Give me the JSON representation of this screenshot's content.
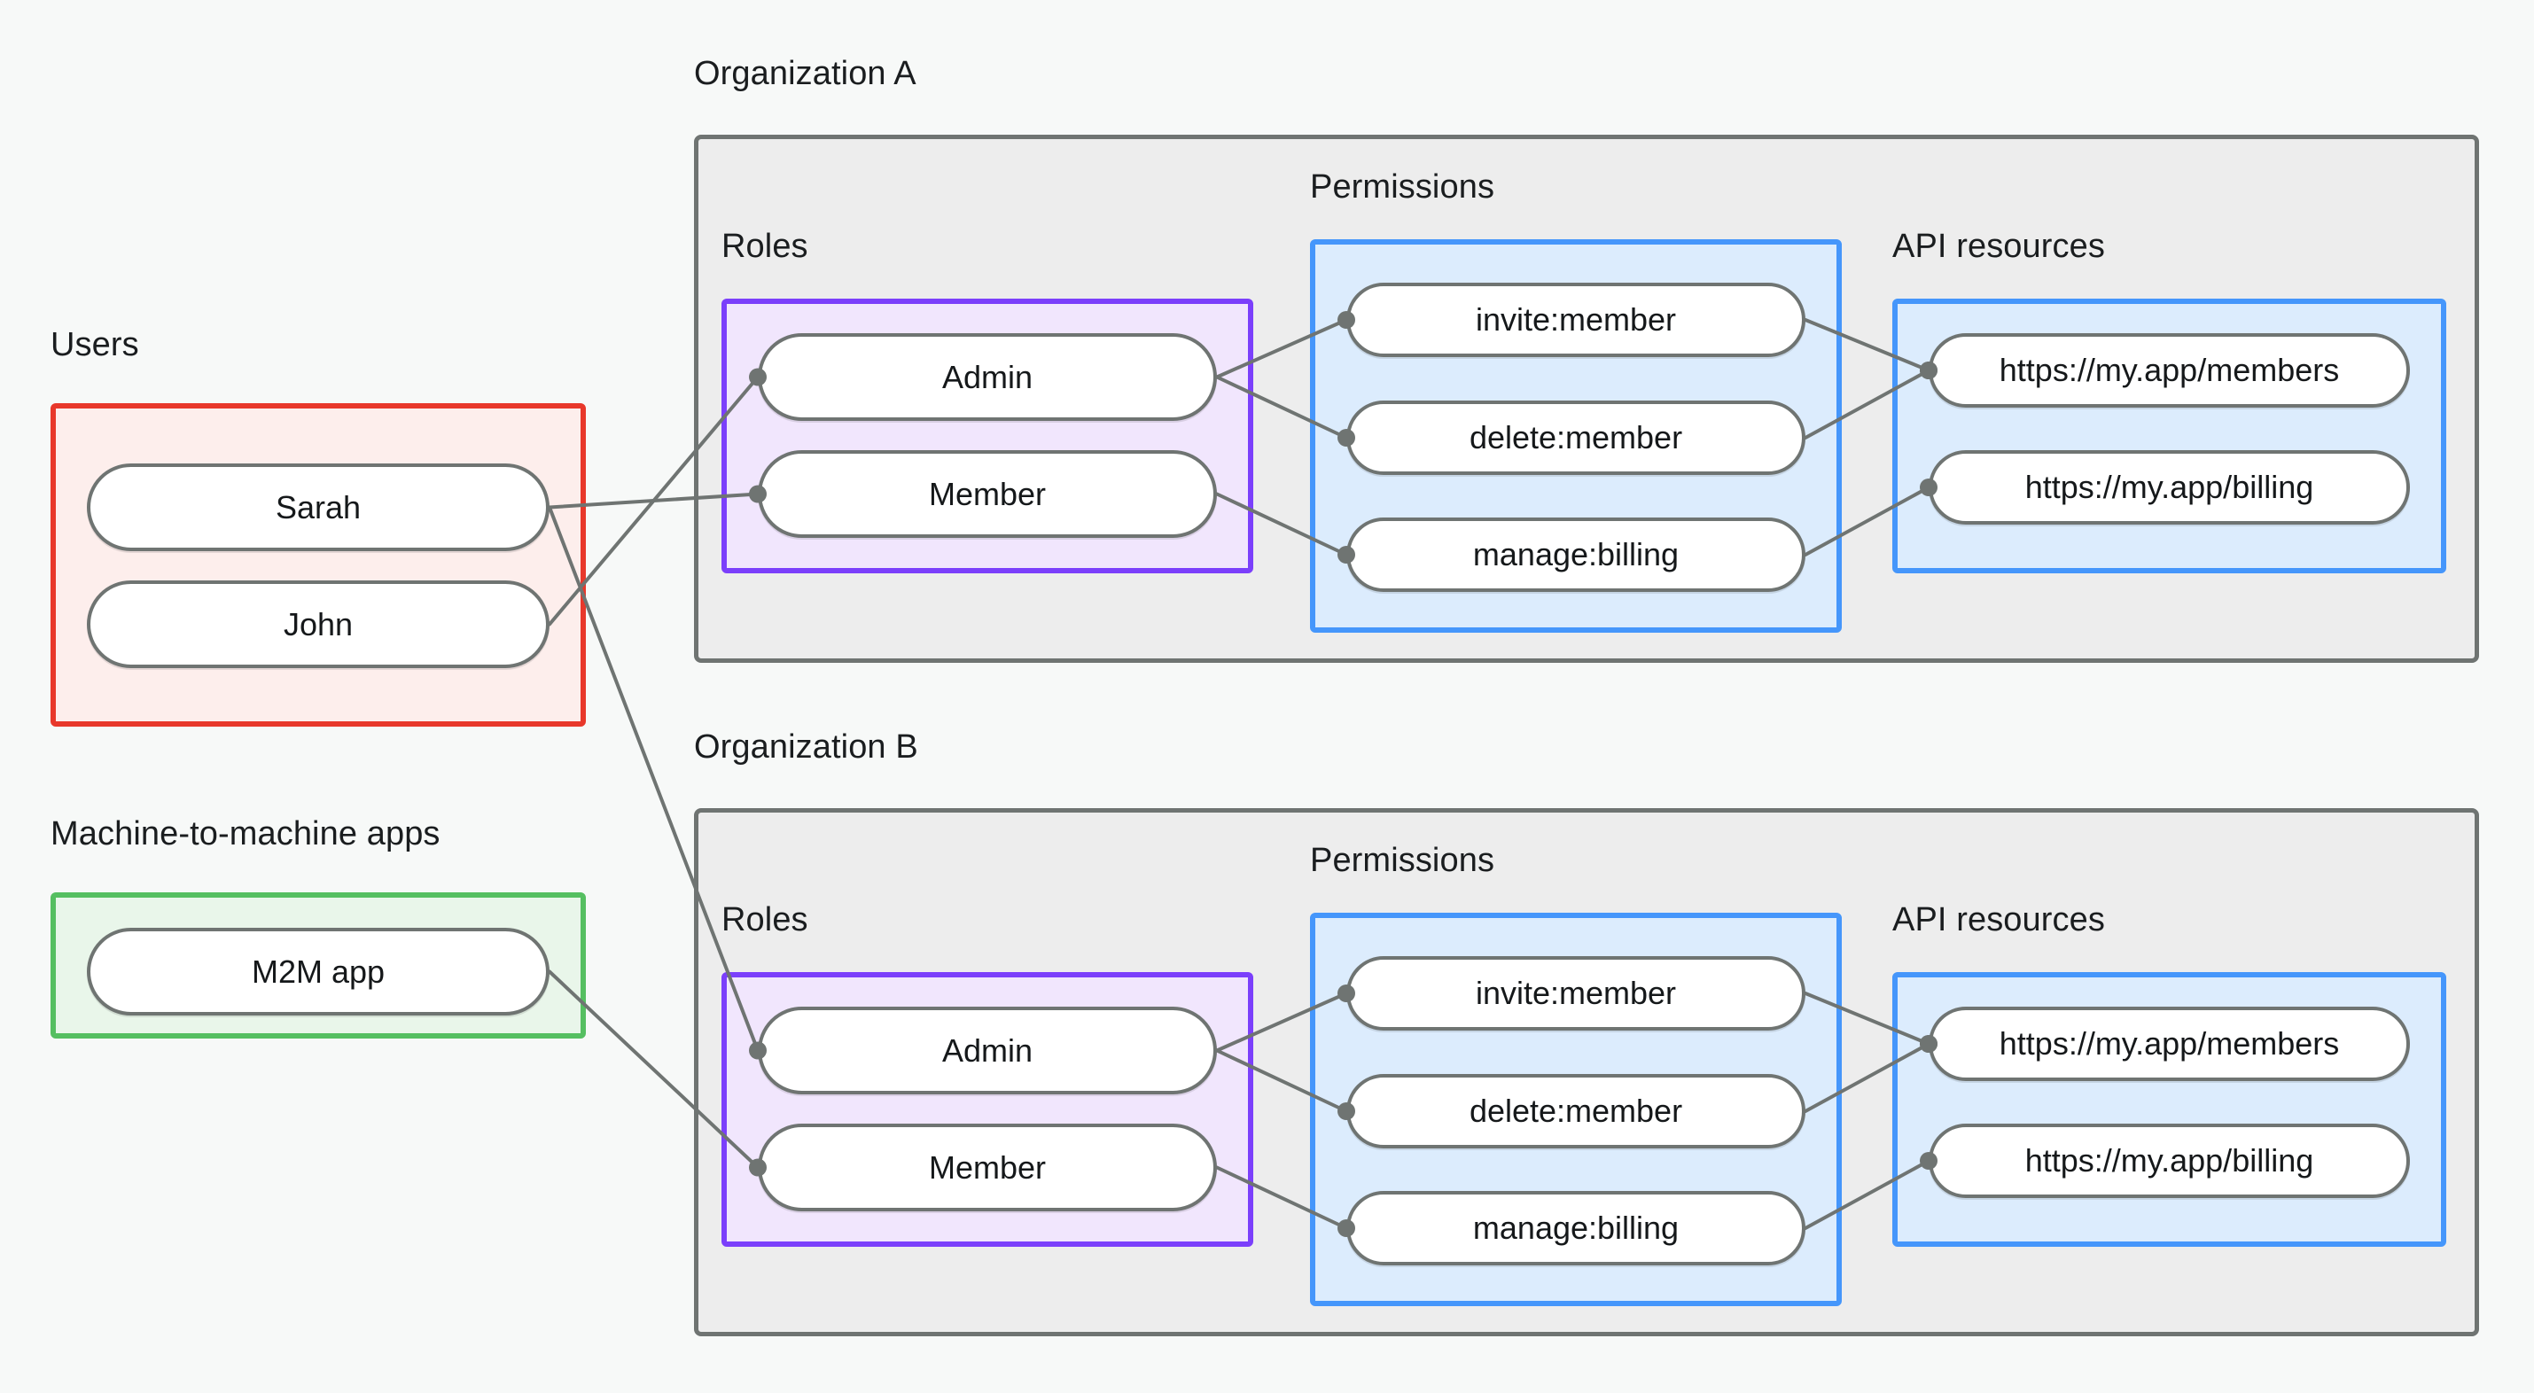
{
  "theme": {
    "background": "#f7f9f8",
    "org_border": "#6f7472",
    "org_fill": "#ededed",
    "users_border": "#e8382b",
    "users_fill": "#fdeeec",
    "m2m_border": "#55bf61",
    "m2m_fill": "#e9f6ea",
    "roles_border": "#7b3ffb",
    "roles_fill": "#f1e6fd",
    "permissions_border": "#4596fb",
    "permissions_fill": "#dcecfd",
    "api_border": "#4596fb",
    "api_fill": "#dcecfd",
    "pill_border": "#6f7472",
    "pill_fill": "#ffffff",
    "edge_color": "#6f7472",
    "text_color": "#15181a"
  },
  "users": {
    "label": "Users",
    "items": [
      {
        "id": "sarah",
        "label": "Sarah"
      },
      {
        "id": "john",
        "label": "John"
      }
    ]
  },
  "m2m": {
    "label": "Machine-to-machine apps",
    "items": [
      {
        "id": "m2m-app",
        "label": "M2M app"
      }
    ]
  },
  "organizations": [
    {
      "id": "org-a",
      "label": "Organization A",
      "roles": {
        "label": "Roles",
        "items": [
          {
            "id": "org-a-admin",
            "label": "Admin"
          },
          {
            "id": "org-a-member",
            "label": "Member"
          }
        ]
      },
      "permissions": {
        "label": "Permissions",
        "items": [
          {
            "id": "org-a-invite-member",
            "label": "invite:member"
          },
          {
            "id": "org-a-delete-member",
            "label": "delete:member"
          },
          {
            "id": "org-a-manage-billing",
            "label": "manage:billing"
          }
        ]
      },
      "api_resources": {
        "label": "API resources",
        "items": [
          {
            "id": "org-a-res-members",
            "label": "https://my.app/members"
          },
          {
            "id": "org-a-res-billing",
            "label": "https://my.app/billing"
          }
        ]
      }
    },
    {
      "id": "org-b",
      "label": "Organization B",
      "roles": {
        "label": "Roles",
        "items": [
          {
            "id": "org-b-admin",
            "label": "Admin"
          },
          {
            "id": "org-b-member",
            "label": "Member"
          }
        ]
      },
      "permissions": {
        "label": "Permissions",
        "items": [
          {
            "id": "org-b-invite-member",
            "label": "invite:member"
          },
          {
            "id": "org-b-delete-member",
            "label": "delete:member"
          },
          {
            "id": "org-b-manage-billing",
            "label": "manage:billing"
          }
        ]
      },
      "api_resources": {
        "label": "API resources",
        "items": [
          {
            "id": "org-b-res-members",
            "label": "https://my.app/members"
          },
          {
            "id": "org-b-res-billing",
            "label": "https://my.app/billing"
          }
        ]
      }
    }
  ],
  "connections": [
    {
      "from": "john",
      "to": "org-a-admin"
    },
    {
      "from": "sarah",
      "to": "org-a-member"
    },
    {
      "from": "sarah",
      "to": "org-b-admin"
    },
    {
      "from": "m2m-app",
      "to": "org-b-member"
    },
    {
      "from": "org-a-admin",
      "to": "org-a-invite-member"
    },
    {
      "from": "org-a-admin",
      "to": "org-a-delete-member"
    },
    {
      "from": "org-a-member",
      "to": "org-a-manage-billing"
    },
    {
      "from": "org-a-invite-member",
      "to": "org-a-res-members"
    },
    {
      "from": "org-a-delete-member",
      "to": "org-a-res-members"
    },
    {
      "from": "org-a-manage-billing",
      "to": "org-a-res-billing"
    },
    {
      "from": "org-b-admin",
      "to": "org-b-invite-member"
    },
    {
      "from": "org-b-admin",
      "to": "org-b-delete-member"
    },
    {
      "from": "org-b-member",
      "to": "org-b-manage-billing"
    },
    {
      "from": "org-b-invite-member",
      "to": "org-b-res-members"
    },
    {
      "from": "org-b-delete-member",
      "to": "org-b-res-members"
    },
    {
      "from": "org-b-manage-billing",
      "to": "org-b-res-billing"
    }
  ]
}
